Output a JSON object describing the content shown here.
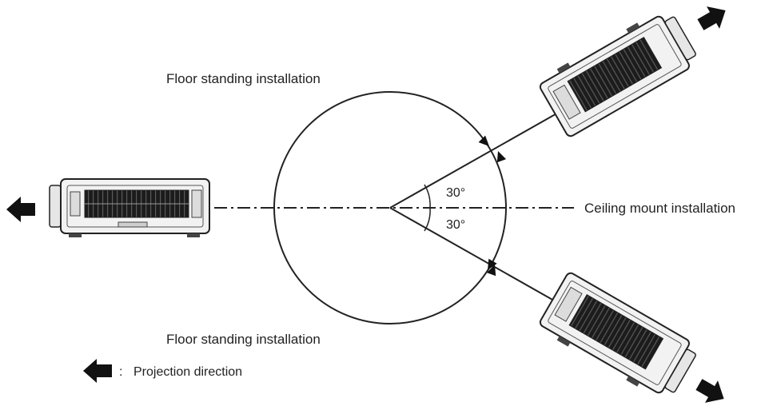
{
  "labels": {
    "floor_top": "Floor standing installation",
    "floor_bottom": "Floor standing installation",
    "ceiling": "Ceiling mount installation",
    "angle_upper": "30°",
    "angle_lower": "30°",
    "legend": "Projection direction",
    "legend_colon": ":"
  },
  "colors": {
    "line": "#222222",
    "arrow": "#111111",
    "projector_body": "#f2f2f2",
    "projector_vent": "#1c1c1c"
  },
  "icons": {
    "projection_arrow": "arrow-left-icon",
    "projector": "projector-icon"
  }
}
